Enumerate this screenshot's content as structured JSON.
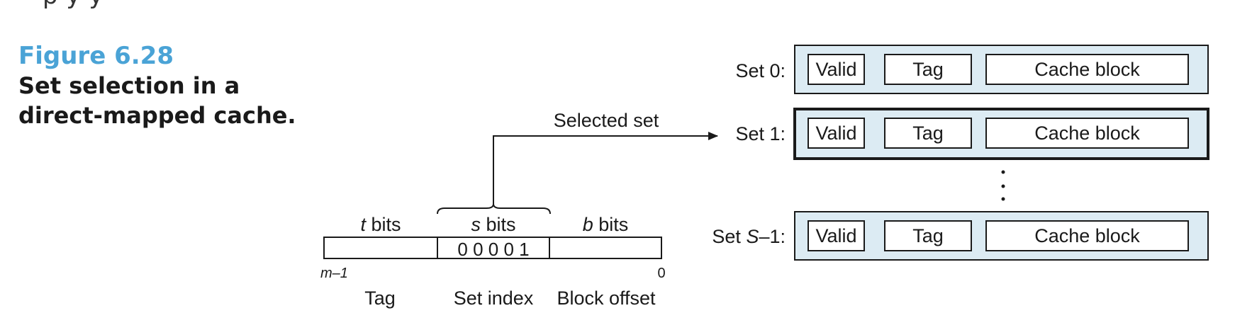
{
  "page_fragment": "p             y         y",
  "figure": {
    "label": "Figure 6.28",
    "title": "Set selection in a direct-mapped cache."
  },
  "address": {
    "fields": [
      {
        "bits_var": "t",
        "bits_suffix": " bits",
        "name": "Tag",
        "value": ""
      },
      {
        "bits_var": "s",
        "bits_suffix": " bits",
        "name": "Set index",
        "value": "0 0 0 0 1"
      },
      {
        "bits_var": "b",
        "bits_suffix": " bits",
        "name": "Block offset",
        "value": ""
      }
    ],
    "high_bit": "m–1",
    "low_bit": "0"
  },
  "arrow_label": "Selected set",
  "sets": [
    {
      "label": "Set 0:",
      "selected": false,
      "valid": "Valid",
      "tag": "Tag",
      "block": "Cache block"
    },
    {
      "label": "Set 1:",
      "selected": true,
      "valid": "Valid",
      "tag": "Tag",
      "block": "Cache block"
    },
    {
      "label_prefix": "Set ",
      "label_var": "S",
      "label_suffix": "–1:",
      "selected": false,
      "valid": "Valid",
      "tag": "Tag",
      "block": "Cache block"
    }
  ],
  "colors": {
    "set_fill": "#dcebf3",
    "figure_label": "#4aa3d6",
    "stroke": "#1a1a1a"
  }
}
